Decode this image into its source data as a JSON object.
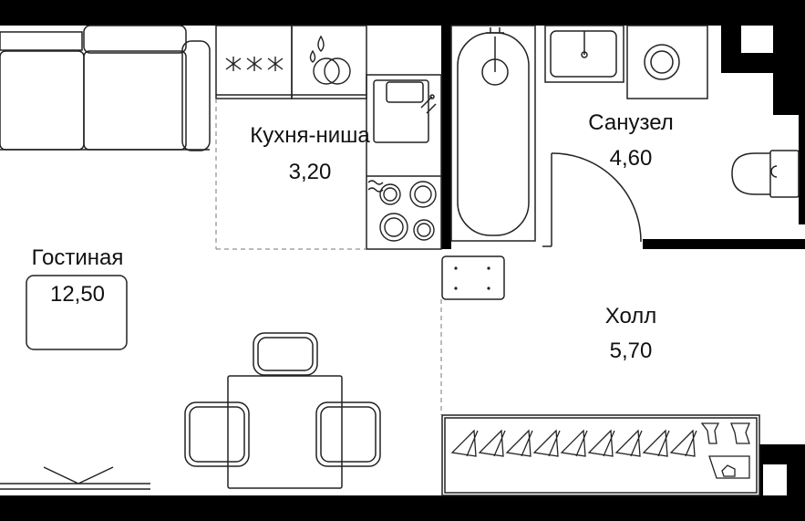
{
  "rooms": {
    "living": {
      "name": "Гостиная",
      "area": "12,50"
    },
    "kitchen": {
      "name": "Кухня-ниша",
      "area": "3,20"
    },
    "bathroom": {
      "name": "Санузел",
      "area": "4,60"
    },
    "hall": {
      "name": "Холл",
      "area": "5,70"
    }
  },
  "colors": {
    "wall": "#000000",
    "line": "#222222",
    "background": "#ffffff"
  }
}
